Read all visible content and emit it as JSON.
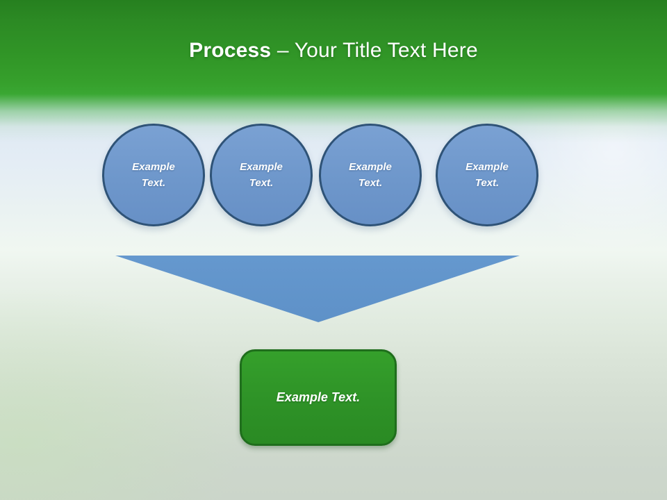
{
  "title": {
    "keyword": "Process",
    "rest": "– Your Title Text Here"
  },
  "steps": [
    {
      "label": "Example Text."
    },
    {
      "label": "Example Text."
    },
    {
      "label": "Example Text."
    },
    {
      "label": "Example Text."
    }
  ],
  "result": {
    "label": "Example Text."
  },
  "colors": {
    "header_green_top": "#26801f",
    "header_green_mid": "#36a02c",
    "circle_fill": "#6e97cb",
    "circle_border": "#2f5377",
    "funnel_fill": "#6095cb",
    "result_fill": "#2e9227",
    "result_border": "#1f6e1c",
    "text": "#ffffff"
  }
}
